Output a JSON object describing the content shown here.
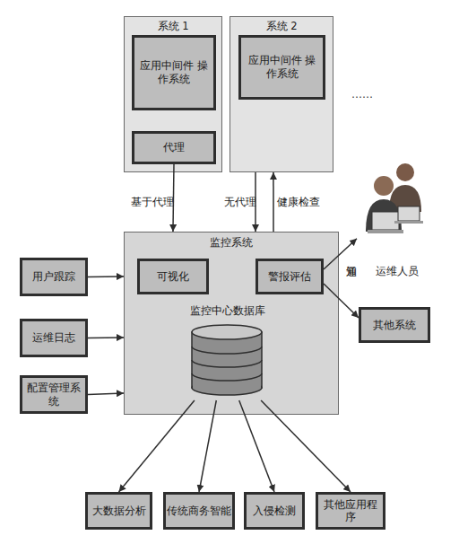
{
  "diagram": {
    "nodes": [
      {
        "text": [
          "系统 1"
        ]
      },
      {
        "text": [
          "应用中间件 操作系统"
        ],
        "in": 0
      },
      {
        "text": [
          "代理"
        ],
        "in": 0
      },
      {
        "text": [
          "系统 2"
        ]
      },
      {
        "text": [
          "应用中间件 操作系统"
        ],
        "in": 3
      },
      {
        "text": [
          "监控系统"
        ]
      },
      {
        "text": [
          "可视化"
        ],
        "in": 5
      },
      {
        "text": [
          "警报评估"
        ],
        "in": 5
      },
      {
        "text": [
          "监控中心数据库"
        ],
        "in": 5
      },
      {
        "text": [
          "运维人员"
        ]
      },
      {
        "text": [
          "用户跟踪"
        ]
      },
      {
        "text": [
          "运维日志"
        ]
      },
      {
        "text": [
          "配置管理系统"
        ]
      },
      {
        "text": [
          "其他系统"
        ]
      },
      {
        "text": [
          "大数据分析"
        ]
      },
      {
        "text": [
          "传统商务智能"
        ]
      },
      {
        "text": [
          "入侵检测"
        ]
      },
      {
        "text": [
          "其他应用程序"
        ]
      }
    ],
    "edges": [
      {
        "from": 2,
        "to": 5,
        "label": "基于代理",
        "arrow": "to"
      },
      {
        "from": 3,
        "to": 5,
        "label": "无代理",
        "arrow": "to"
      },
      {
        "from": 5,
        "to": 3,
        "label": "健康检查",
        "arrow": "to"
      },
      {
        "from": 7,
        "to": 9,
        "label": "通知",
        "arrow": "to"
      },
      {
        "from": 7,
        "to": 13,
        "arrow": "to"
      },
      {
        "from": 10,
        "to": 5,
        "arrow": "to"
      },
      {
        "from": 11,
        "to": 5,
        "arrow": "to"
      },
      {
        "from": 12,
        "to": 5,
        "arrow": "to"
      },
      {
        "from": 8,
        "to": 14,
        "arrow": "to"
      },
      {
        "from": 8,
        "to": 15,
        "arrow": "to"
      },
      {
        "from": 8,
        "to": 16,
        "arrow": "to"
      },
      {
        "from": 8,
        "to": 17,
        "arrow": "to"
      }
    ],
    "labels": [
      "……"
    ]
  }
}
